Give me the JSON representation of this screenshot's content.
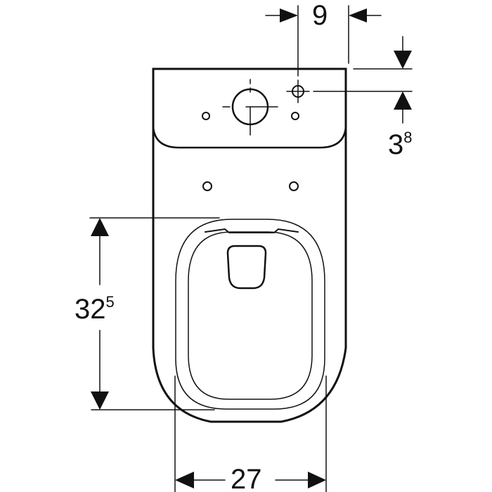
{
  "drawing": {
    "subject": "close-coupled toilet, top view",
    "stroke_color": "#111111",
    "background": "#ffffff"
  },
  "dimensions": {
    "top_offset": {
      "main": "9",
      "sup": ""
    },
    "right_offset": {
      "main": "3",
      "sup": "8"
    },
    "seat_length": {
      "main": "32",
      "sup": "5"
    },
    "seat_width": {
      "main": "27",
      "sup": ""
    }
  }
}
